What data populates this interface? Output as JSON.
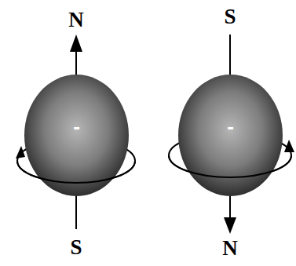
{
  "diagram": {
    "nodes": [
      {
        "text": [
          "-"
        ]
      },
      {
        "text": [
          "-"
        ]
      }
    ],
    "labels": [
      "N",
      "S",
      "S",
      "N"
    ]
  }
}
